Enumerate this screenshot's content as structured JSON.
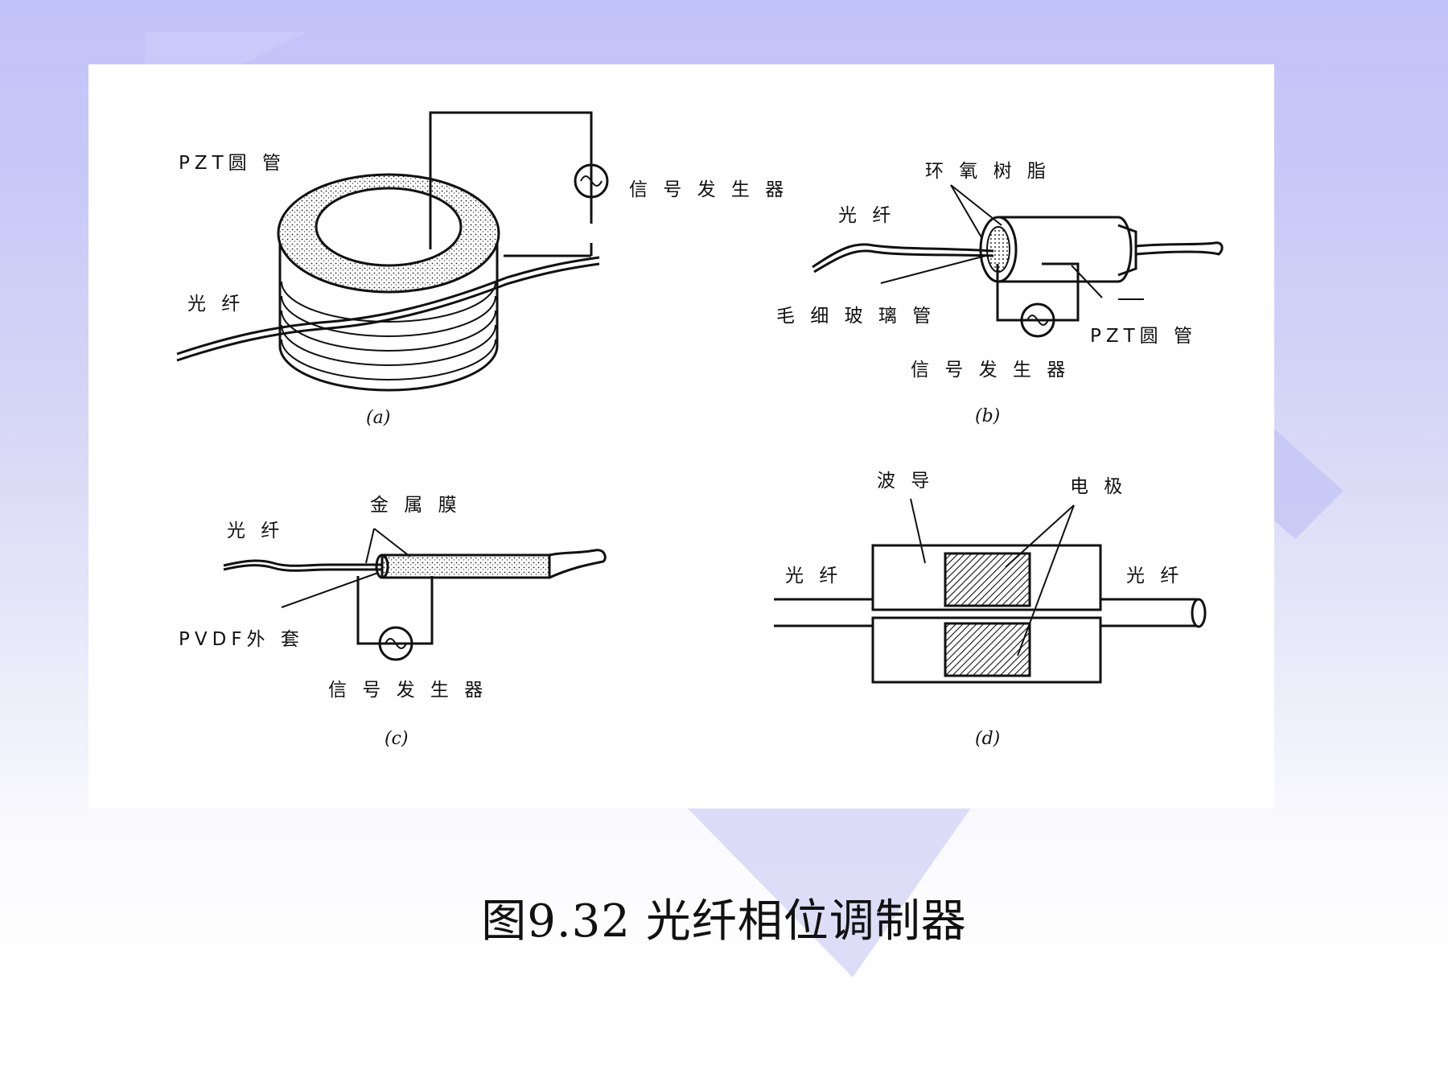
{
  "figure": {
    "caption": "图9.32  光纤相位调制器",
    "panels": {
      "a": {
        "tag": "(a)",
        "labels": {
          "pzt_tube": "PZT圆 管",
          "signal_generator": "信 号 发 生 器",
          "fiber": "光 纤"
        }
      },
      "b": {
        "tag": "(b)",
        "labels": {
          "epoxy": "环 氧 树 脂",
          "fiber": "光 纤",
          "capillary": "毛 细 玻 璃 管",
          "signal_generator": "信 号 发 生 器",
          "pzt_tube": "PZT圆 管"
        }
      },
      "c": {
        "tag": "(c)",
        "labels": {
          "metal_film": "金 属 膜",
          "fiber": "光 纤",
          "pvdf_jacket": "PVDF外 套",
          "signal_generator": "信 号 发 生 器"
        }
      },
      "d": {
        "tag": "(d)",
        "labels": {
          "waveguide": "波 导",
          "electrode": "电 极",
          "fiber_left": "光 纤",
          "fiber_right": "光 纤"
        }
      }
    }
  },
  "colors": {
    "background_top": "#c2c2fa",
    "panel": "#ffffff",
    "ink": "#111111"
  }
}
